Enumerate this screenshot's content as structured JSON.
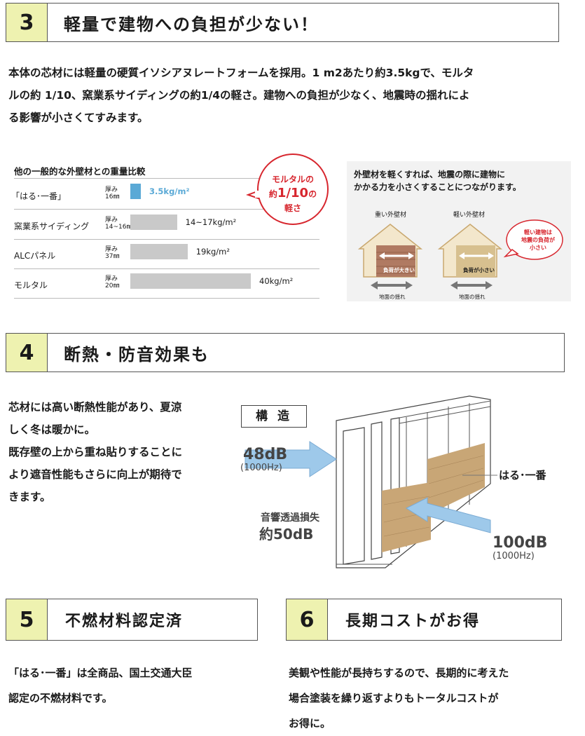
{
  "section3": {
    "number": "3",
    "title": "軽量で建物への負担が少ない！",
    "body_lines": [
      "本体の芯材には軽量の硬質イソシアヌレートフォームを採用。1 m2あたり約3.5kgで、モルタ",
      "ルの約 1/10、窯業系サイディングの約1/4の軽さ。建物への負担が少なく、地震時の揺れによ",
      "る影響が小さくてすみます。"
    ],
    "chart_data": {
      "type": "bar",
      "title": "他の一般的な外壁材との重量比較",
      "categories": [
        "「はる･一番」",
        "窯業系サイディング",
        "ALCパネル",
        "モルタル"
      ],
      "thickness_label": "厚み",
      "thicknesses": [
        "16㎜",
        "14~16㎜",
        "37㎜",
        "20㎜"
      ],
      "series": [
        {
          "values": [
            3.5,
            15.5,
            19,
            40
          ]
        }
      ],
      "value_labels": [
        "3.5kg/m²",
        "14~17kg/m²",
        "19kg/m²",
        "40kg/m²"
      ],
      "colors": {
        "highlight": "#5aa9d6",
        "default": "#c9c9c9"
      }
    },
    "callout": {
      "line1": "モルタルの",
      "line2_prefix": "約",
      "line2_big": "1/10",
      "line2_suffix": "の",
      "line3": "軽さ",
      "color": "#d7262e"
    },
    "illustration": {
      "caption_line1": "外壁材を軽くすれば、地震の際に建物に",
      "caption_line2": "かかる力を小さくすることにつながります。",
      "heavy_label": "重い外壁材",
      "light_label": "軽い外壁材",
      "heavy_load": "負荷が大きい",
      "light_load": "負荷が小さい",
      "shake_label": "地面の揺れ",
      "bubble_lines": [
        "軽い建物は",
        "地震の負荷が",
        "小さい"
      ]
    }
  },
  "section4": {
    "number": "4",
    "title": "断熱・防音効果も",
    "body_lines": [
      "芯材には高い断熱性能があり、夏涼",
      "しく冬は暖かに。",
      "既存壁の上から重ね貼りすることに",
      "より遮音性能もさらに向上が期待で",
      "きます。"
    ],
    "structure_label": "構 造",
    "in_db": "48dB",
    "in_hz": "(1000Hz)",
    "loss_label": "音響透過損失",
    "loss_value": "約50dB",
    "out_db": "100dB",
    "out_hz": "(1000Hz)",
    "product_label": "はる･一番"
  },
  "section5": {
    "number": "5",
    "title": "不燃材料認定済",
    "body_lines": [
      "「はる･一番」は全商品、国土交通大臣",
      "認定の不燃材料です。"
    ]
  },
  "section6": {
    "number": "6",
    "title": "長期コストがお得",
    "body_lines": [
      "美観や性能が長持ちするので、長期的に考えた",
      "場合塗装を繰り返すよりもトータルコストが",
      "お得に。"
    ]
  }
}
